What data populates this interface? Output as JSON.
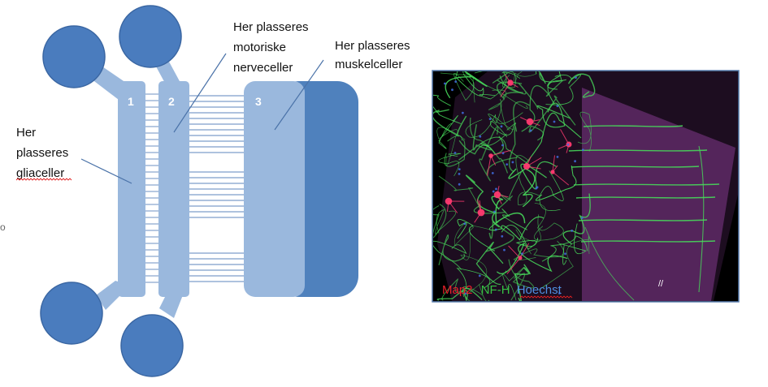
{
  "colors": {
    "well": "#4a7cbe",
    "well_stroke": "#3a66a2",
    "channel": "#9ab8dd",
    "muscle_block": "#4f81bd",
    "microchannel": "#5e86bd",
    "pointer": "#4a72a8",
    "micro_bg": "#1d0d20",
    "micro_axon": "#47d85a",
    "micro_soma": "#ff3a70",
    "micro_muscle_side": "#5e2a66"
  },
  "compartments": [
    {
      "number": "1"
    },
    {
      "number": "2"
    },
    {
      "number": "3"
    }
  ],
  "labels": {
    "glia": [
      "Her",
      "plasseres",
      "gliaceller"
    ],
    "motor": [
      "Her plasseres",
      "motoriske",
      "nerveceller"
    ],
    "muscle": [
      "Her plasseres",
      "muskelceller"
    ]
  },
  "micrograph": {
    "legend": {
      "map2": "Map2",
      "nfh": "NF-H",
      "hoechst": "Hoechst"
    },
    "legend_colors": {
      "map2": "#e8202a",
      "nfh": "#35c042",
      "hoechst": "#4f8fe0"
    }
  }
}
